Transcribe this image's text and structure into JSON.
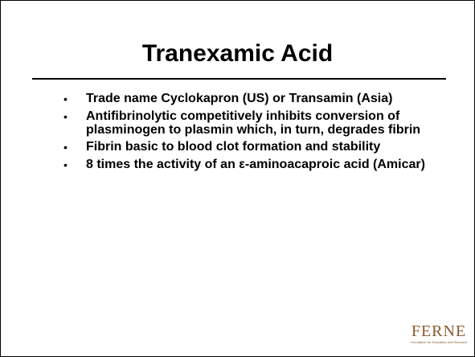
{
  "slide": {
    "title": "Tranexamic Acid",
    "bullets": [
      {
        "marker": "•",
        "text": "Trade name Cyclokapron (US) or Transamin (Asia)"
      },
      {
        "marker": "•",
        "text": "Antifibrinolytic competitively inhibits conversion of plasminogen to plasmin which, in turn, degrades fibrin"
      },
      {
        "marker": "•",
        "text": "Fibrin basic to blood clot formation and stability"
      },
      {
        "marker": "•",
        "text": "8 times the activity of an ε-aminoacaproic acid (Amicar)"
      }
    ]
  },
  "logo": {
    "word": "FERNE",
    "tagline": "Foundation for Education and Research"
  },
  "colors": {
    "text": "#000000",
    "background": "#ffffff",
    "logo": "#8a5a2e"
  }
}
